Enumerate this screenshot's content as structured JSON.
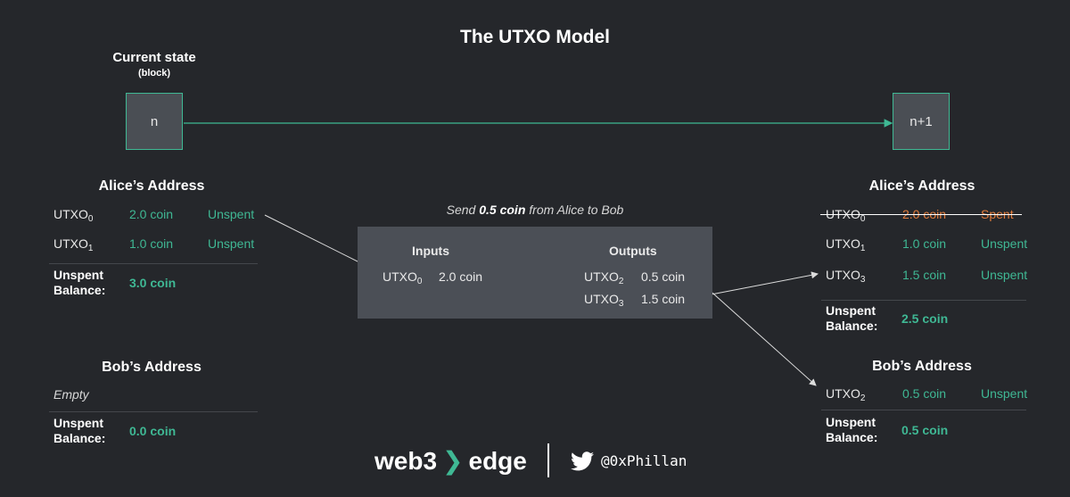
{
  "title": "The UTXO Model",
  "current_state": {
    "title": "Current state",
    "subtitle": "(block)"
  },
  "blocks": {
    "left": "n",
    "right": "n+1"
  },
  "tx_caption": {
    "prefix": "Send ",
    "amount": "0.5 coin",
    "suffix": " from Alice to Bob"
  },
  "tx": {
    "inputs_header": "Inputs",
    "outputs_header": "Outputs",
    "inputs": [
      {
        "name": "UTXO",
        "sub": "0",
        "amount": "2.0 coin"
      }
    ],
    "outputs": [
      {
        "name": "UTXO",
        "sub": "2",
        "amount": "0.5 coin"
      },
      {
        "name": "UTXO",
        "sub": "3",
        "amount": "1.5 coin"
      }
    ]
  },
  "left": {
    "alice": {
      "title": "Alice’s Address",
      "rows": [
        {
          "name": "UTXO",
          "sub": "0",
          "amount": "2.0 coin",
          "status": "Unspent"
        },
        {
          "name": "UTXO",
          "sub": "1",
          "amount": "1.0 coin",
          "status": "Unspent"
        }
      ],
      "balance_label_1": "Unspent",
      "balance_label_2": "Balance:",
      "balance": "3.0 coin"
    },
    "bob": {
      "title": "Bob’s Address",
      "empty": "Empty",
      "balance_label_1": "Unspent",
      "balance_label_2": "Balance:",
      "balance": "0.0 coin"
    }
  },
  "right": {
    "alice": {
      "title": "Alice’s Address",
      "rows": [
        {
          "name": "UTXO",
          "sub": "0",
          "amount": "2.0 coin",
          "status": "Spent"
        },
        {
          "name": "UTXO",
          "sub": "1",
          "amount": "1.0 coin",
          "status": "Unspent"
        },
        {
          "name": "UTXO",
          "sub": "3",
          "amount": "1.5 coin",
          "status": "Unspent"
        }
      ],
      "balance_label_1": "Unspent",
      "balance_label_2": "Balance:",
      "balance": "2.5 coin"
    },
    "bob": {
      "title": "Bob’s Address",
      "rows": [
        {
          "name": "UTXO",
          "sub": "2",
          "amount": "0.5 coin",
          "status": "Unspent"
        }
      ],
      "balance_label_1": "Unspent",
      "balance_label_2": "Balance:",
      "balance": "0.5 coin"
    }
  },
  "footer": {
    "brand_left": "web3",
    "brand_right": "edge",
    "handle": "@0xPhillan"
  },
  "colors": {
    "accent": "#3fb894",
    "spent": "#e07b3b",
    "background": "#25272b",
    "box": "#4b4f56"
  }
}
